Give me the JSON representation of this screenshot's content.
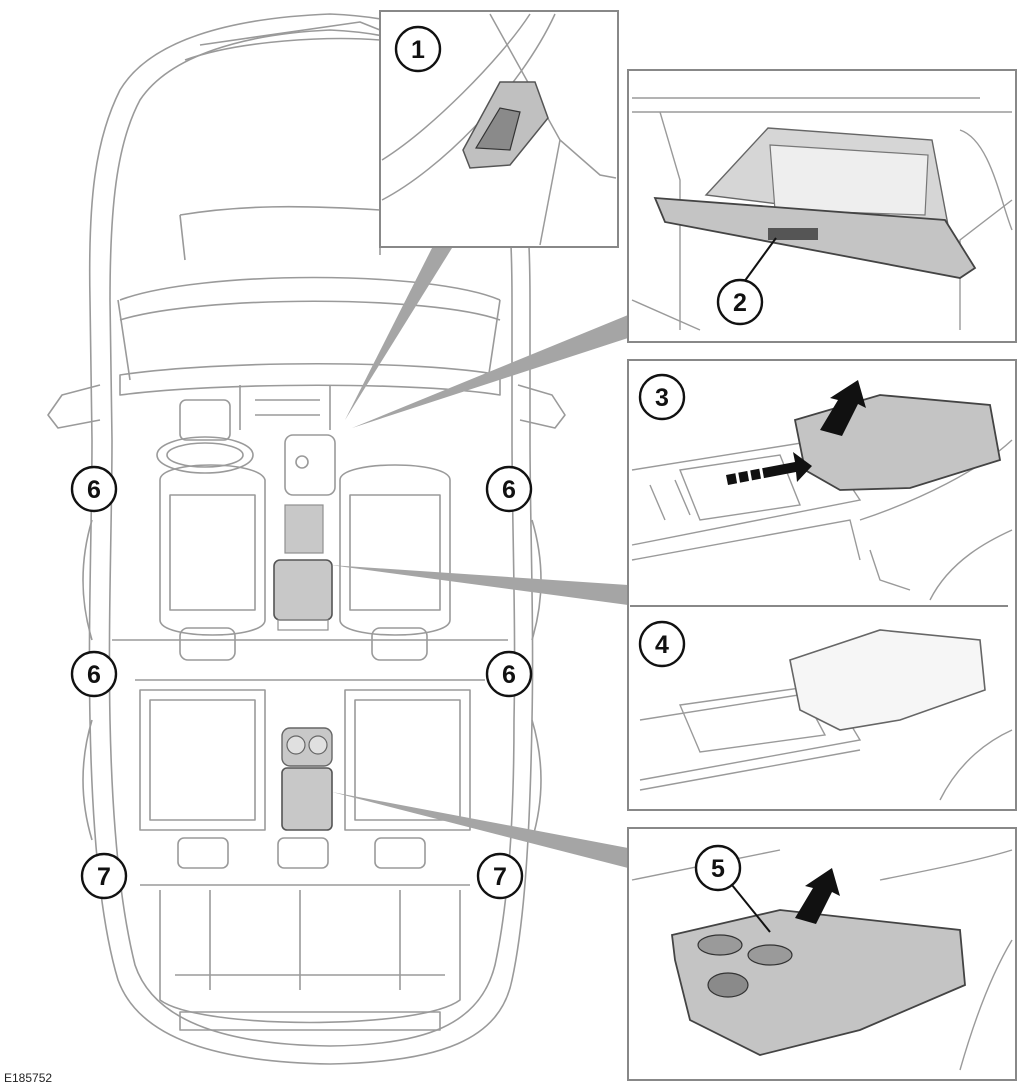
{
  "figure_id": "E185752",
  "colors": {
    "line": "#9a9a9a",
    "panel_border": "#888888",
    "trim_fill": "#c8c8c8",
    "trim_dark": "#8f8f8f",
    "leader_wedge": "#a5a5a5",
    "callout_stroke": "#111111"
  },
  "callouts": {
    "c1": "1",
    "c2": "2",
    "c3": "3",
    "c4": "4",
    "c5": "5",
    "c6_front_left": "6",
    "c6_front_right": "6",
    "c6_rear_left": "6",
    "c6_rear_right": "6",
    "c7_left": "7",
    "c7_right": "7"
  },
  "icons": [
    "arrow-up-icon",
    "arrow-slide-icon"
  ]
}
